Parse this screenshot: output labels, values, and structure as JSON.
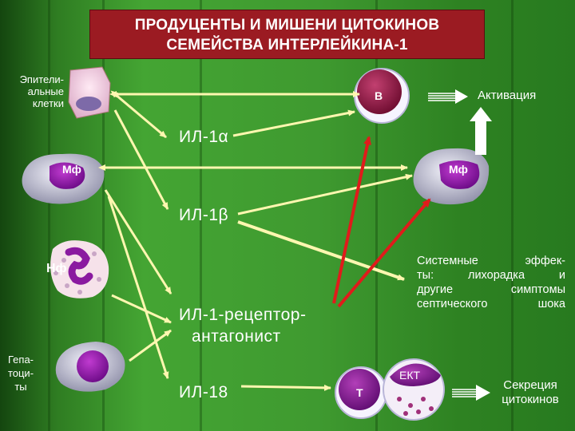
{
  "title": {
    "line1": "ПРОДУЦЕНТЫ И МИШЕНИ ЦИТОКИНОВ",
    "line2": "СЕМЕЙСТВА ИНТЕРЛЕЙКИНА-1"
  },
  "producers": {
    "epithelial": {
      "line1": "Эпители-",
      "line2": "альные",
      "line3": "клетки"
    },
    "macrophage": "Мф",
    "neutrophil": "Нф",
    "hepatocytes": {
      "line1": "Гепа-",
      "line2": "тоци-",
      "line3": "ты"
    }
  },
  "cytokines": {
    "il1a": "ИЛ-1α",
    "il1b": "ИЛ-1β",
    "il1ra_line1": "ИЛ-1-рецептор-",
    "il1ra_line2": "антагонист",
    "il18": "ИЛ-18"
  },
  "targets": {
    "b_cell": "В",
    "activation": "Активация",
    "macrophage": "Мф",
    "systemic": {
      "line1": "Системные эффек-",
      "line2": "ты: лихорадка и",
      "line3": "другие симптомы",
      "line4": "септического шока"
    },
    "t_cell": "Т",
    "ekt": "ЕКТ",
    "secretion_line1": "Секреция",
    "secretion_line2": "цитокинов"
  },
  "colors": {
    "title_bg": "#9b1b22",
    "arrow_producer": "#fff7b0",
    "arrow_target": "#e01b1b"
  }
}
